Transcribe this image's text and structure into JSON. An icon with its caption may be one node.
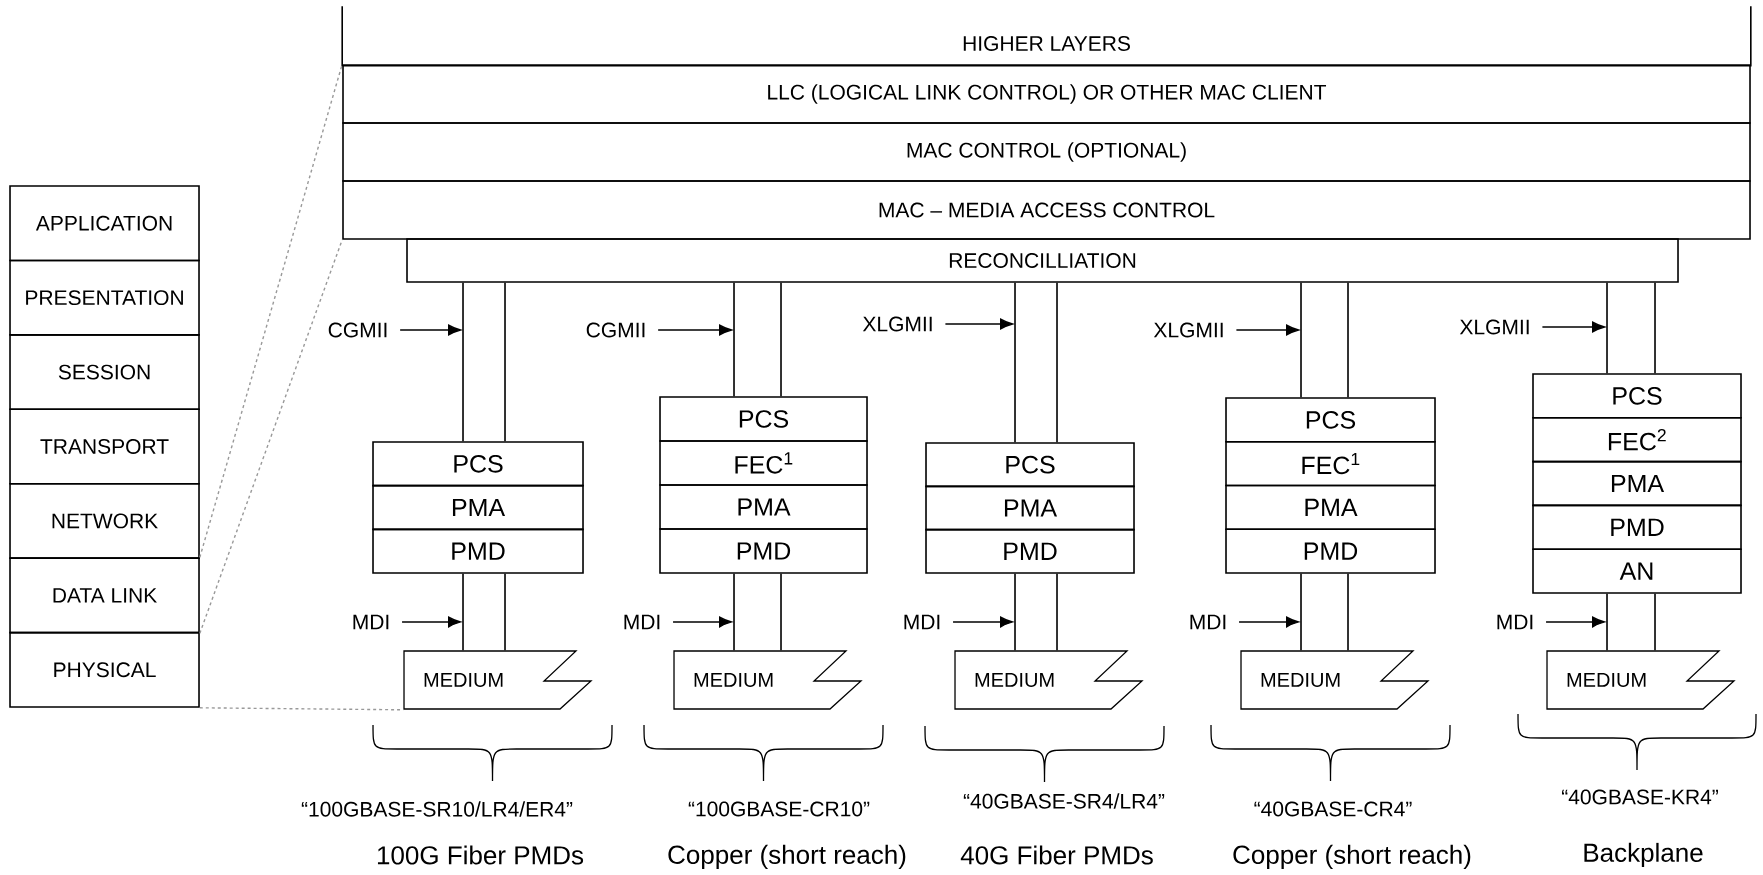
{
  "diagram": {
    "nodes": [
      {
        "text": [
          "APPLICATION"
        ]
      },
      {
        "text": [
          "PRESENTATION"
        ]
      },
      {
        "text": [
          "SESSION"
        ]
      },
      {
        "text": [
          "TRANSPORT"
        ]
      },
      {
        "text": [
          "NETWORK"
        ]
      },
      {
        "text": [
          "DATA LINK"
        ]
      },
      {
        "text": [
          "PHYSICAL"
        ]
      },
      {
        "text": [
          "HIGHER LAYERS"
        ]
      },
      {
        "text": [
          "LLC (LOGICAL LINK CONTROL) OR OTHER MAC CLIENT"
        ]
      },
      {
        "text": [
          "MAC CONTROL (OPTIONAL)"
        ]
      },
      {
        "text": [
          "MAC – MEDIA ACCESS CONTROL"
        ]
      },
      {
        "text": [
          "RECONCILLIATION"
        ]
      },
      {
        "text": [
          "CGMII"
        ]
      },
      {
        "text": [
          "PCS"
        ]
      },
      {
        "text": [
          "PMA"
        ]
      },
      {
        "text": [
          "PMD"
        ]
      },
      {
        "text": [
          "MDI"
        ]
      },
      {
        "text": [
          "MEDIUM"
        ]
      },
      {
        "text": [
          "CGMII"
        ]
      },
      {
        "text": [
          "PCS"
        ]
      },
      {
        "text": [
          "FEC$^{1}$"
        ]
      },
      {
        "text": [
          "PMA"
        ]
      },
      {
        "text": [
          "PMD"
        ]
      },
      {
        "text": [
          "MDI"
        ]
      },
      {
        "text": [
          "MEDIUM"
        ]
      },
      {
        "text": [
          "XLGMII"
        ]
      },
      {
        "text": [
          "PCS"
        ]
      },
      {
        "text": [
          "PMA"
        ]
      },
      {
        "text": [
          "PMD"
        ]
      },
      {
        "text": [
          "MDI"
        ]
      },
      {
        "text": [
          "MEDIUM"
        ]
      },
      {
        "text": [
          "XLGMII"
        ]
      },
      {
        "text": [
          "PCS"
        ]
      },
      {
        "text": [
          "FEC$^{1}$"
        ]
      },
      {
        "text": [
          "PMA"
        ]
      },
      {
        "text": [
          "PMD"
        ]
      },
      {
        "text": [
          "MDI"
        ]
      },
      {
        "text": [
          "MEDIUM"
        ]
      },
      {
        "text": [
          "XLGMII"
        ]
      },
      {
        "text": [
          "PCS"
        ]
      },
      {
        "text": [
          "FEC$^{2}$"
        ]
      },
      {
        "text": [
          "PMA"
        ]
      },
      {
        "text": [
          "PMD"
        ]
      },
      {
        "text": [
          "AN"
        ]
      },
      {
        "text": [
          "MDI"
        ]
      },
      {
        "text": [
          "MEDIUM"
        ]
      }
    ],
    "edges": [
      {
        "from": 5,
        "to": 8,
        "arrow": "none",
        "style": "dashed",
        "color": "#999999"
      },
      {
        "from": 5,
        "to": 10,
        "arrow": "none",
        "style": "dashed",
        "color": "#999999"
      },
      {
        "from": 6,
        "to": 17,
        "arrow": "none",
        "style": "dashed",
        "color": "#999999"
      },
      {
        "from": 12,
        "to": null,
        "arrow": "to"
      },
      {
        "from": 11,
        "to": 13,
        "arrow": "none"
      },
      {
        "from": 15,
        "to": 17,
        "arrow": "none"
      },
      {
        "from": 16,
        "to": null,
        "arrow": "to"
      },
      {
        "from": 18,
        "to": null,
        "arrow": "to"
      },
      {
        "from": 11,
        "to": 19,
        "arrow": "none"
      },
      {
        "from": 22,
        "to": 24,
        "arrow": "none"
      },
      {
        "from": 23,
        "to": null,
        "arrow": "to"
      },
      {
        "from": 25,
        "to": null,
        "arrow": "to"
      },
      {
        "from": 11,
        "to": 26,
        "arrow": "none"
      },
      {
        "from": 28,
        "to": 30,
        "arrow": "none"
      },
      {
        "from": 29,
        "to": null,
        "arrow": "to"
      },
      {
        "from": 31,
        "to": null,
        "arrow": "to"
      },
      {
        "from": 11,
        "to": 32,
        "arrow": "none"
      },
      {
        "from": 35,
        "to": 37,
        "arrow": "none"
      },
      {
        "from": 36,
        "to": null,
        "arrow": "to"
      },
      {
        "from": 38,
        "to": null,
        "arrow": "to"
      },
      {
        "from": 11,
        "to": 39,
        "arrow": "none"
      },
      {
        "from": 43,
        "to": 45,
        "arrow": "none"
      },
      {
        "from": 44,
        "to": null,
        "arrow": "to"
      }
    ],
    "labels": [
      "“100GBASE-SR10/LR4/ER4”",
      "“100GBASE-CR10”",
      "“40GBASE-SR4/LR4”",
      "“40GBASE-CR4”",
      "“40GBASE-KR4”",
      "100G Fiber PMDs",
      "Copper (short reach)",
      "40G Fiber PMDs",
      "Copper (short reach)",
      "Backplane"
    ]
  }
}
